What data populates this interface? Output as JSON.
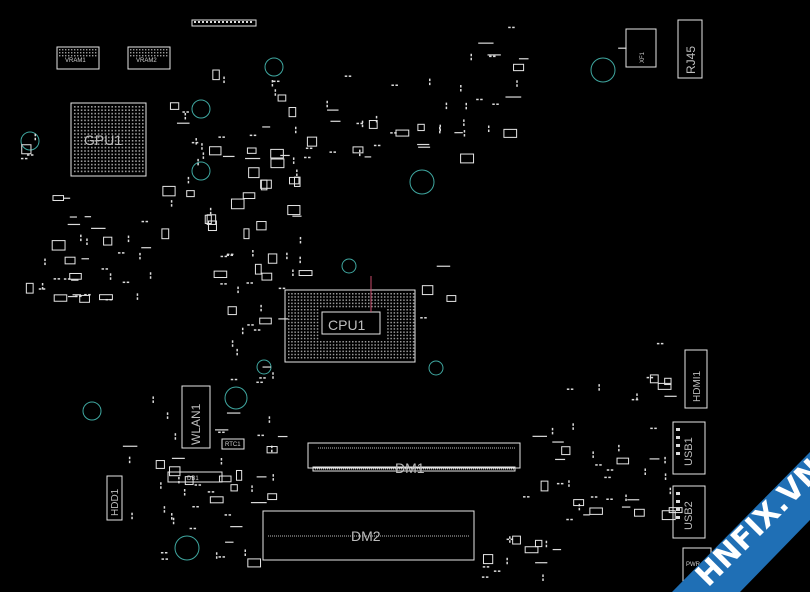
{
  "labels": {
    "gpu": "GPU1",
    "vram1": "VRAM1",
    "vram2": "VRAM2",
    "cpu": "CPU1",
    "dm1": "DM1",
    "dm2": "DM2",
    "wlan": "WLAN1",
    "hdd": "HDD1",
    "hdmi": "HDMI1",
    "usb1": "USB1",
    "usb2": "USB2",
    "rj45": "RJ45",
    "xfmr": "XF1",
    "db1": "DB1",
    "rtc": "RTC1",
    "pwr": "PWR"
  },
  "watermark": {
    "text": "HNFIX.VN",
    "band_color": "#1f6fb5",
    "text_color": "#ffffff"
  },
  "colors": {
    "background": "#000000",
    "silkscreen": "#e6e6e6",
    "mounting_hole": "#3fa7a0"
  }
}
